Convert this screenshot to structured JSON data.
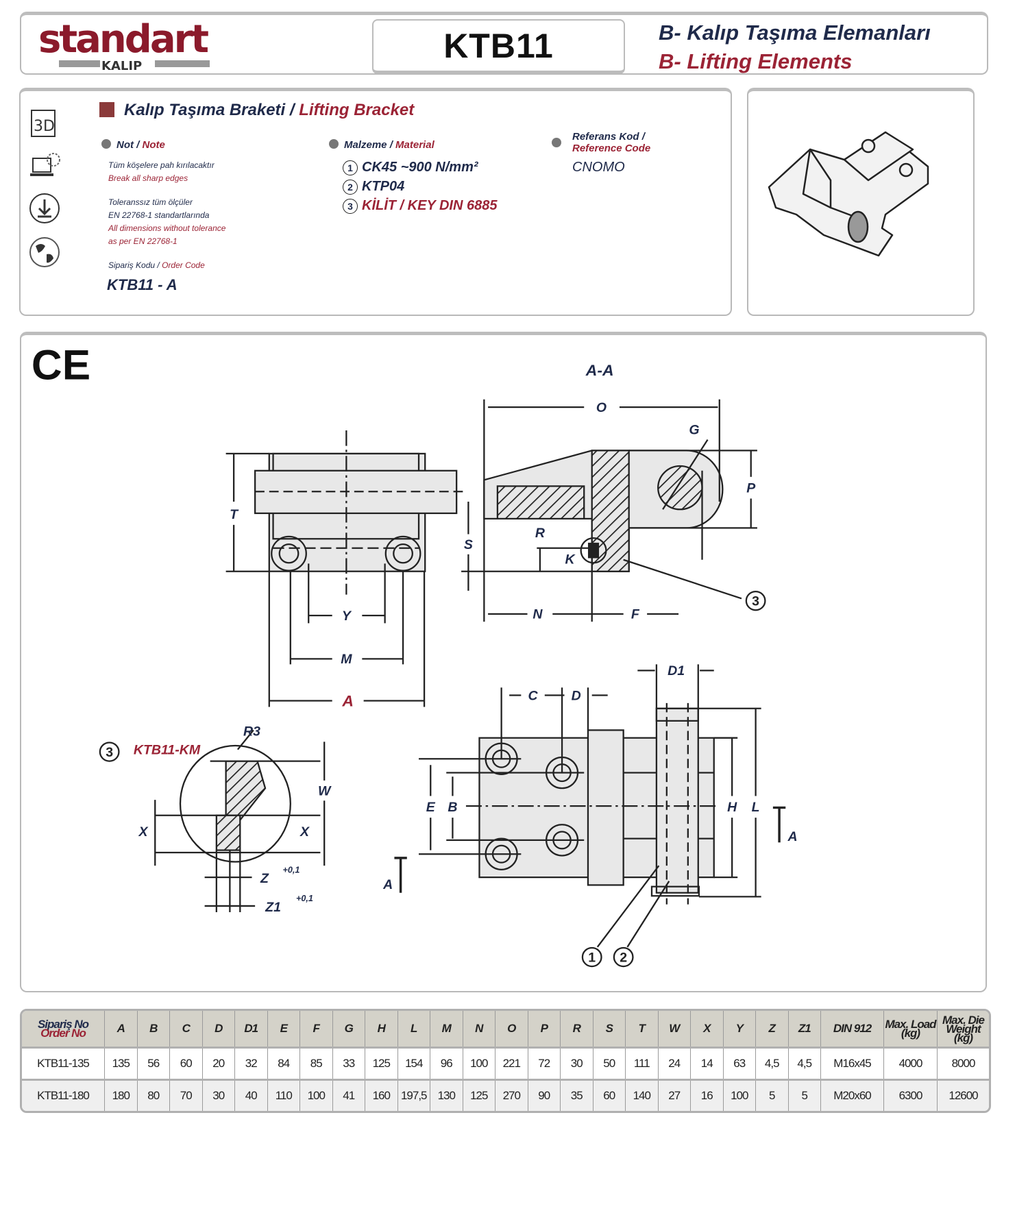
{
  "header": {
    "logo_text": "standart",
    "logo_sub": "KALIP",
    "product_code": "KTB11",
    "title_tr": "B- Kalıp Taşıma Elemanları",
    "title_en": "B- Lifting Elements"
  },
  "info": {
    "title_tr": "Kalıp Taşıma Braketi",
    "title_sep": " / ",
    "title_en": "Lifting Bracket",
    "note_tr": "Not",
    "note_en": "Note",
    "note_lines": [
      {
        "text": "Tüm köşelere pah kırılacaktır",
        "color": "navy"
      },
      {
        "text": "Break all sharp edges",
        "color": "red"
      },
      {
        "text": "Toleranssız tüm ölçüler",
        "color": "navy"
      },
      {
        "text": "EN 22768-1 standartlarında",
        "color": "navy"
      },
      {
        "text": "All dimensions without tolerance",
        "color": "red"
      },
      {
        "text": "as per EN 22768-1",
        "color": "red"
      }
    ],
    "material_tr": "Malzeme",
    "material_en": "Material",
    "materials": [
      {
        "num": "1",
        "text": "CK45 ~900 N/mm²"
      },
      {
        "num": "2",
        "text": "KTP04"
      },
      {
        "num": "3",
        "text": "KİLİT / KEY DIN 6885"
      }
    ],
    "ref_tr": "Referans Kod /",
    "ref_en": "Reference Code",
    "ref_value": "CNOMO",
    "order_tr": "Sipariş Kodu",
    "order_en": "Order Code",
    "order_value": "KTB11 - A",
    "icons": [
      "3d-icon",
      "laptop-icon",
      "download-icon",
      "globe-icon"
    ]
  },
  "drawing": {
    "ce": "CE",
    "section": "A-A",
    "O": "O",
    "G": "G",
    "P": "P",
    "T": "T",
    "S": "S",
    "R": "R",
    "K": "K",
    "N": "N",
    "F": "F",
    "Y": "Y",
    "M": "M",
    "A": "A",
    "D1": "D1",
    "C": "C",
    "D": "D",
    "E": "E",
    "B": "B",
    "H": "H",
    "L": "L",
    "W": "W",
    "X": "X",
    "R3": "R3",
    "Z": "Z",
    "Z1": "Z1",
    "tol": "+0,1",
    "km": "KTB11-KM",
    "c1": "1",
    "c2": "2",
    "c3": "3"
  },
  "table": {
    "order_tr": "Sipariş No",
    "order_en": "Order No",
    "cols": [
      "A",
      "B",
      "C",
      "D",
      "D1",
      "E",
      "F",
      "G",
      "H",
      "L",
      "M",
      "N",
      "O",
      "P",
      "R",
      "S",
      "T",
      "W",
      "X",
      "Y",
      "Z",
      "Z1"
    ],
    "din": "DIN 912",
    "max_load": "Max. Load (kg)",
    "max_die": "Max. Die Weight (kg)",
    "rows": [
      {
        "code": "KTB11-135",
        "vals": [
          "135",
          "56",
          "60",
          "20",
          "32",
          "84",
          "85",
          "33",
          "125",
          "154",
          "96",
          "100",
          "221",
          "72",
          "30",
          "50",
          "111",
          "24",
          "14",
          "63",
          "4,5",
          "4,5"
        ],
        "din": "M16x45",
        "load": "4000",
        "die": "8000"
      },
      {
        "code": "KTB11-180",
        "vals": [
          "180",
          "80",
          "70",
          "30",
          "40",
          "110",
          "100",
          "41",
          "160",
          "197,5",
          "130",
          "125",
          "270",
          "90",
          "35",
          "60",
          "140",
          "27",
          "16",
          "100",
          "5",
          "5"
        ],
        "din": "M20x60",
        "load": "6300",
        "die": "12600"
      }
    ]
  },
  "colors": {
    "brand": "#8b1a2b",
    "navy": "#1f2a4a",
    "red": "#9b2335",
    "fill": "#e8e8e8"
  }
}
